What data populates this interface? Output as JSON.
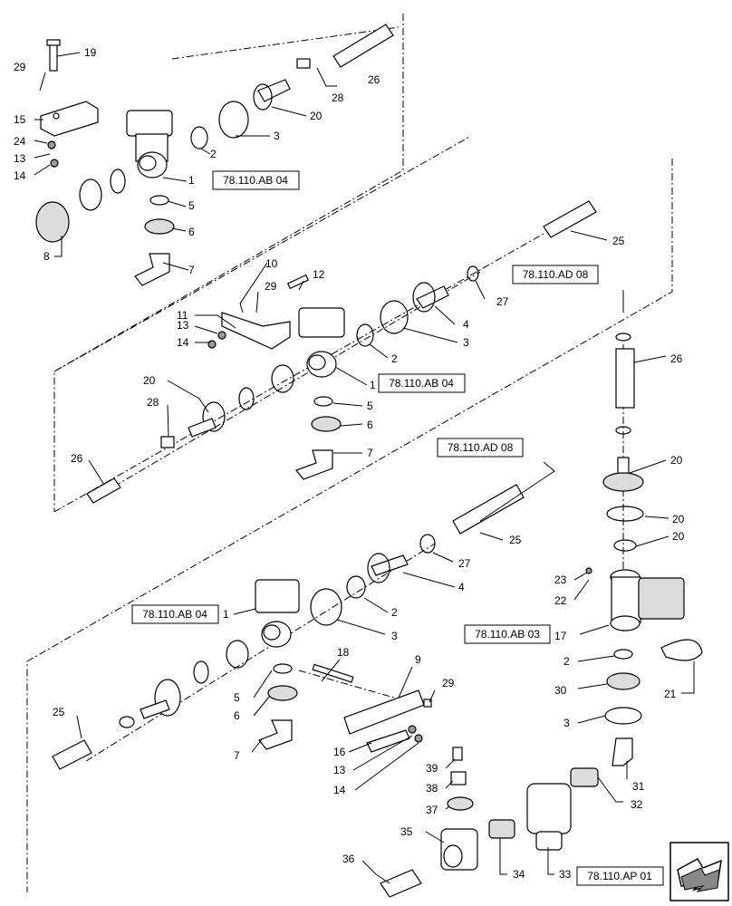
{
  "callouts": [
    {
      "id": "c-19-top",
      "text": "19"
    },
    {
      "id": "c-29-top",
      "text": "29"
    },
    {
      "id": "c-15-top",
      "text": "15"
    },
    {
      "id": "c-24-top",
      "text": "24"
    },
    {
      "id": "c-13-top",
      "text": "13"
    },
    {
      "id": "c-14-top",
      "text": "14"
    },
    {
      "id": "c-8-top",
      "text": "8"
    },
    {
      "id": "c-26-top",
      "text": "26"
    },
    {
      "id": "c-28-top",
      "text": "28"
    },
    {
      "id": "c-20-top",
      "text": "20"
    },
    {
      "id": "c-3-top",
      "text": "3"
    },
    {
      "id": "c-2-top",
      "text": "2"
    },
    {
      "id": "c-1-top",
      "text": "1"
    },
    {
      "id": "c-5-top",
      "text": "5"
    },
    {
      "id": "c-6-top",
      "text": "6"
    },
    {
      "id": "c-7-top",
      "text": "7"
    },
    {
      "id": "c-25-mid",
      "text": "25"
    },
    {
      "id": "c-10-mid",
      "text": "10"
    },
    {
      "id": "c-12-mid",
      "text": "12"
    },
    {
      "id": "c-29-mid",
      "text": "29"
    },
    {
      "id": "c-11-mid",
      "text": "11"
    },
    {
      "id": "c-13-mid",
      "text": "13"
    },
    {
      "id": "c-14-mid",
      "text": "14"
    },
    {
      "id": "c-27-mid",
      "text": "27"
    },
    {
      "id": "c-4-mid",
      "text": "4"
    },
    {
      "id": "c-3-mid",
      "text": "3"
    },
    {
      "id": "c-2-mid",
      "text": "2"
    },
    {
      "id": "c-1-mid",
      "text": "1"
    },
    {
      "id": "c-5-mid",
      "text": "5"
    },
    {
      "id": "c-6-mid",
      "text": "6"
    },
    {
      "id": "c-7-mid",
      "text": "7"
    },
    {
      "id": "c-20-mid",
      "text": "20"
    },
    {
      "id": "c-28-mid",
      "text": "28"
    },
    {
      "id": "c-26-mid",
      "text": "26"
    },
    {
      "id": "c-26-right",
      "text": "26"
    },
    {
      "id": "c-20-r1",
      "text": "20"
    },
    {
      "id": "c-20-r2",
      "text": "20"
    },
    {
      "id": "c-20-r3",
      "text": "20"
    },
    {
      "id": "c-23",
      "text": "23"
    },
    {
      "id": "c-22",
      "text": "22"
    },
    {
      "id": "c-17",
      "text": "17"
    },
    {
      "id": "c-2-right",
      "text": "2"
    },
    {
      "id": "c-30",
      "text": "30"
    },
    {
      "id": "c-3-right",
      "text": "3"
    },
    {
      "id": "c-21",
      "text": "21"
    },
    {
      "id": "c-25-low",
      "text": "25"
    },
    {
      "id": "c-27-low",
      "text": "27"
    },
    {
      "id": "c-4-low",
      "text": "4"
    },
    {
      "id": "c-2-low",
      "text": "2"
    },
    {
      "id": "c-3-low",
      "text": "3"
    },
    {
      "id": "c-1-low",
      "text": "1"
    },
    {
      "id": "c-18",
      "text": "18"
    },
    {
      "id": "c-9",
      "text": "9"
    },
    {
      "id": "c-29-low",
      "text": "29"
    },
    {
      "id": "c-5-low",
      "text": "5"
    },
    {
      "id": "c-6-low",
      "text": "6"
    },
    {
      "id": "c-7-low",
      "text": "7"
    },
    {
      "id": "c-25-left",
      "text": "25"
    },
    {
      "id": "c-16",
      "text": "16"
    },
    {
      "id": "c-13-low",
      "text": "13"
    },
    {
      "id": "c-14-low",
      "text": "14"
    },
    {
      "id": "c-39",
      "text": "39"
    },
    {
      "id": "c-38",
      "text": "38"
    },
    {
      "id": "c-37",
      "text": "37"
    },
    {
      "id": "c-35",
      "text": "35"
    },
    {
      "id": "c-36",
      "text": "36"
    },
    {
      "id": "c-34",
      "text": "34"
    },
    {
      "id": "c-33",
      "text": "33"
    },
    {
      "id": "c-31",
      "text": "31"
    },
    {
      "id": "c-32",
      "text": "32"
    }
  ],
  "references": [
    {
      "id": "ref-ab04-top",
      "text": "78.110.AB 04"
    },
    {
      "id": "ref-ab04-mid",
      "text": "78.110.AB 04"
    },
    {
      "id": "ref-ad08-right",
      "text": "78.110.AD 08"
    },
    {
      "id": "ref-ad08-low",
      "text": "78.110.AD 08"
    },
    {
      "id": "ref-ab04-low",
      "text": "78.110.AB 04"
    },
    {
      "id": "ref-ab03",
      "text": "78.110.AB 03"
    },
    {
      "id": "ref-ap01",
      "text": "78.110.AP 01"
    }
  ],
  "nav": {
    "icon": "next-page-arrow-icon"
  }
}
